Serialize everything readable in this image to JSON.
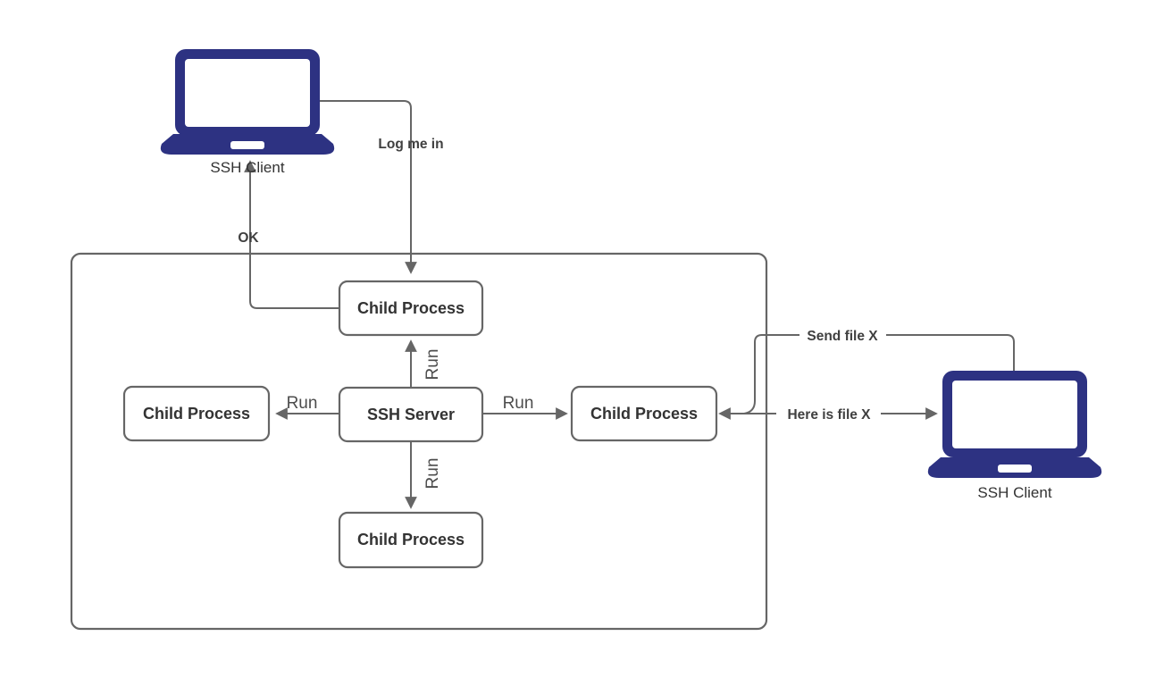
{
  "diagram": {
    "type": "ssh-architecture-flow",
    "colors": {
      "laptop_fill": "#2d3282",
      "line_stroke": "#666666",
      "node_text": "#333333",
      "edge_text": "#4d4d4d",
      "background": "#ffffff"
    },
    "nodes": {
      "client_left": {
        "label": "SSH Client",
        "icon": "laptop-icon"
      },
      "client_right": {
        "label": "SSH Client",
        "icon": "laptop-icon"
      },
      "server": {
        "label": "SSH Server"
      },
      "child_top": {
        "label": "Child Process"
      },
      "child_left": {
        "label": "Child Process"
      },
      "child_bottom": {
        "label": "Child Process"
      },
      "child_right": {
        "label": "Child Process"
      }
    },
    "edges": {
      "log_me_in": {
        "label": "Log me in",
        "from": "client_left",
        "to": "child_top"
      },
      "ok": {
        "label": "OK",
        "from": "child_top",
        "to": "client_left"
      },
      "run_up": {
        "label": "Run",
        "from": "server",
        "to": "child_top"
      },
      "run_down": {
        "label": "Run",
        "from": "server",
        "to": "child_bottom"
      },
      "run_left": {
        "label": "Run",
        "from": "server",
        "to": "child_left"
      },
      "run_right": {
        "label": "Run",
        "from": "server",
        "to": "child_right"
      },
      "send_file": {
        "label": "Send file X",
        "from": "client_right",
        "to": "child_right"
      },
      "here_file": {
        "label": "Here is file X",
        "from": "child_right",
        "to": "client_right"
      }
    }
  }
}
